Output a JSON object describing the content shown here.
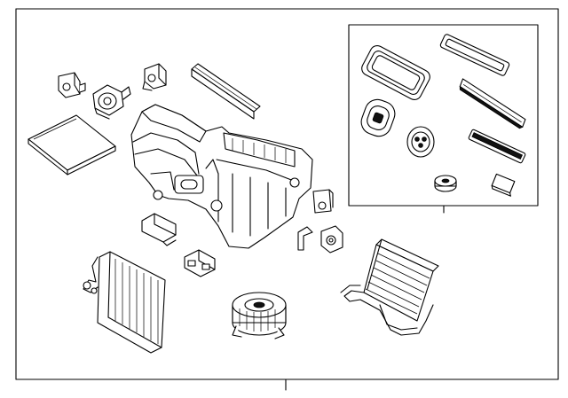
{
  "diagram": {
    "type": "exploded-parts-diagram",
    "line_color": "#000000",
    "background": "#ffffff",
    "callouts": [
      {
        "id": "main-assembly",
        "label": ""
      },
      {
        "id": "inset-kit",
        "label": ""
      }
    ],
    "parts": [
      "actuator-1",
      "actuator-2",
      "actuator-3",
      "cabin-filter-strip",
      "cabin-air-filter",
      "hvac-housing",
      "actuator-4",
      "actuator-5",
      "resistor",
      "blower-resistor",
      "evaporator-core",
      "blower-motor",
      "heater-core",
      "seal-frame-large",
      "seal-strip-top",
      "seal-oval",
      "seal-round",
      "foam-strip-diagonal",
      "foam-strip-short",
      "grommet",
      "foam-pad-small"
    ]
  }
}
